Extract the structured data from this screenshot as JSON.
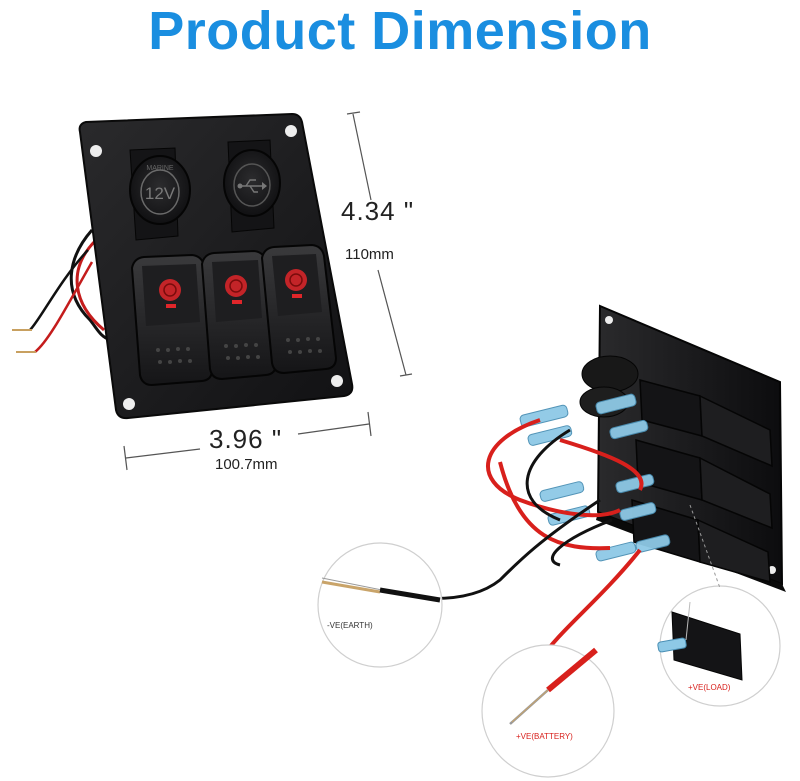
{
  "title": "Product Dimension",
  "height_inch": "4.34 \"",
  "height_mm": "110mm",
  "width_inch": "3.96 \"",
  "width_mm": "100.7mm",
  "wiring": {
    "earth_label": "-VE(EARTH)",
    "battery_label": "+VE(BATTERY)",
    "load_label": "+VE(LOAD)"
  },
  "socket_text": {
    "voltage": "12V",
    "brand": "MARINE"
  },
  "colors": {
    "title": "#1a8ee0",
    "panel": "#1c1c1e",
    "switch_light": "#e0262a",
    "wire_red": "#d8201c",
    "terminal_blue": "#8ec9e6"
  },
  "icons": [
    "usb-icon",
    "switch-light-icon"
  ]
}
